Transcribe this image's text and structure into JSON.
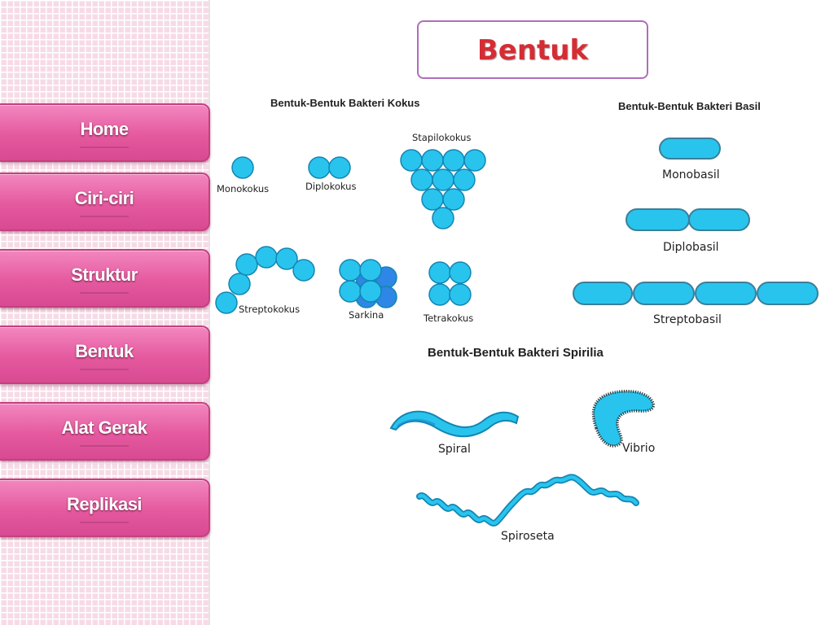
{
  "nav": {
    "items": [
      {
        "label": "Home"
      },
      {
        "label": "Ciri-ciri"
      },
      {
        "label": "Struktur"
      },
      {
        "label": "Bentuk"
      },
      {
        "label": "Alat Gerak"
      },
      {
        "label": "Replikasi"
      }
    ]
  },
  "slide": {
    "title": "Bentuk"
  },
  "figure": {
    "kokus": {
      "heading": "Bentuk-Bentuk Bakteri Kokus",
      "labels": {
        "monokokus": "Monokokus",
        "diplokokus": "Diplokokus",
        "stapilokokus": "Stapilokokus",
        "streptokokus": "Streptokokus",
        "sarkina": "Sarkina",
        "tetrakokus": "Tetrakokus"
      }
    },
    "basil": {
      "heading": "Bentuk-Bentuk Bakteri Basil",
      "labels": {
        "monobasil": "Monobasil",
        "diplobasil": "Diplobasil",
        "streptobasil": "Streptobasil"
      }
    },
    "spirilia": {
      "heading": "Bentuk-Bentuk Bakteri Spirilia",
      "labels": {
        "spiral": "Spiral",
        "vibrio": "Vibrio",
        "spiroseta": "Spiroseta"
      }
    },
    "colors": {
      "cell_fill": "#29c4ee",
      "cell_stroke": "#1386b3",
      "sarkina_back": "#2e86e6",
      "title_text": "#d52d34",
      "nav_pink": "#e5599f"
    }
  }
}
